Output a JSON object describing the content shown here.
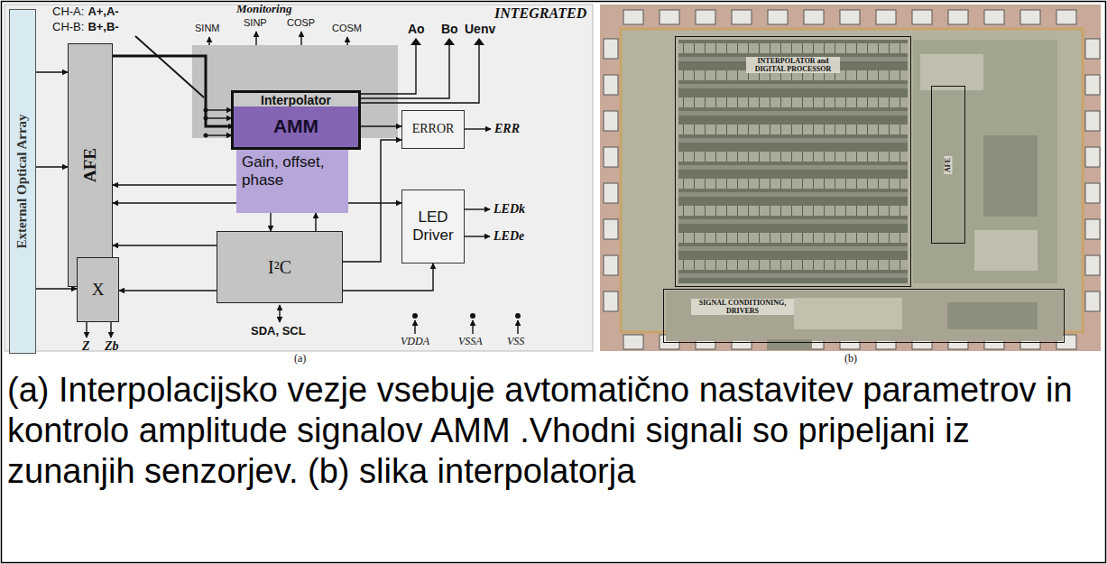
{
  "diagram": {
    "caption": "(a) Interpolacijsko vezje vsebuje avtomatično nastavitev parametrov in kontrolo amplitude signalov AMM .Vhodni signali so pripeljani iz zunanjih senzorjev. (b) slika interpolatorja",
    "nodes": [
      {
        "text": [
          "External Optical Array"
        ]
      },
      {
        "text": [
          "AFE"
        ]
      },
      {
        "text": [
          "X"
        ]
      },
      {
        "text": [
          "Interpolator"
        ]
      },
      {
        "text": [
          "AMM"
        ],
        "in": 3
      },
      {
        "text": [
          "Gain, offset, phase"
        ]
      },
      {
        "text": [
          "ERROR"
        ]
      },
      {
        "text": [
          "LED Driver"
        ]
      },
      {
        "text": [
          "I²C"
        ]
      },
      {
        "text": [
          "INTERPOLATOR and DIGITAL PROCESSOR"
        ]
      },
      {
        "text": [
          "AFE"
        ]
      },
      {
        "text": [
          "SIGNAL CONDITIONING, DRIVERS"
        ]
      }
    ],
    "edges": [
      {
        "from": 0,
        "to": 1,
        "arrow": "to"
      },
      {
        "from": 0,
        "to": 1,
        "arrow": "to"
      },
      {
        "from": 0,
        "to": 2,
        "arrow": "to"
      },
      {
        "from": 1,
        "to": 4,
        "arrow": "to"
      },
      {
        "from": 5,
        "to": 1,
        "arrow": "to"
      },
      {
        "from": 5,
        "to": 1,
        "arrow": "to"
      },
      {
        "from": 8,
        "to": 1,
        "arrow": "to"
      },
      {
        "from": 8,
        "to": 2,
        "arrow": "to"
      },
      {
        "from": 4,
        "to": 6,
        "arrow": "to"
      },
      {
        "from": 5,
        "to": 7,
        "arrow": "to"
      },
      {
        "from": 5,
        "to": 8,
        "arrow": "to"
      },
      {
        "from": 8,
        "to": 5,
        "arrow": "to"
      },
      {
        "from": 8,
        "to": 6,
        "arrow": "to"
      },
      {
        "from": 8,
        "to": 7,
        "arrow": "to"
      }
    ],
    "labels": [
      "CH-A:",
      "A+,A-",
      "CH-B:",
      "B+,B-",
      "Monitoring",
      "SINM",
      "SINP",
      "COSP",
      "COSM",
      "Ao",
      "Bo",
      "Uenv",
      "INTEGRATED",
      "ERR",
      "LEDk",
      "LEDe",
      "Z",
      "Zb",
      "SDA, SCL",
      "VDDA",
      "VSSA",
      "VSS",
      "(a)",
      "(b)"
    ]
  }
}
